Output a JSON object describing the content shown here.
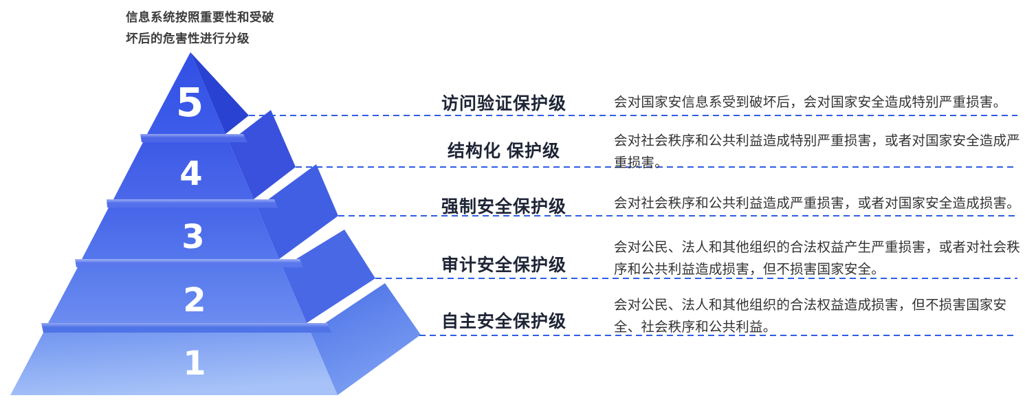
{
  "title": {
    "lines": [
      "信息系统按照重要性和受破",
      "坏后的危害性进行分级"
    ]
  },
  "pyramid": {
    "levels": [
      {
        "number": "5",
        "label": "访问验证保护级",
        "description": "会对国家安信息系受到破坏后，会对国家安全造成特别严重损害。"
      },
      {
        "number": "4",
        "label": "结构化 保护级",
        "description": "会对社会秩序和公共利益造成特别严重损害，或者对国家安全造成严重损害。"
      },
      {
        "number": "3",
        "label": "强制安全保护级",
        "description": "会对社会秩序和公共利益造成严重损害，或者对国家安全造成损害。"
      },
      {
        "number": "2",
        "label": "审计安全保护级",
        "description": "会对公民、法人和其他组织的合法权益产生严重损害，或者对社会秩序和公共利益造成损害，但不损害国家安全。"
      },
      {
        "number": "1",
        "label": "自主安全保护级",
        "description": "会对公民、法人和其他组织的合法权益造成损害，但不损害国家安全、社会秩序和公共利益。"
      }
    ]
  },
  "colors": {
    "connector_blue": "#2d5ce5",
    "label_text": "#1e2435",
    "description_text": "#333333",
    "title_text": "#3c3c3c",
    "pyramid_top_blue": "#3150e4",
    "pyramid_bottom_blue": "#a6c2f8"
  }
}
